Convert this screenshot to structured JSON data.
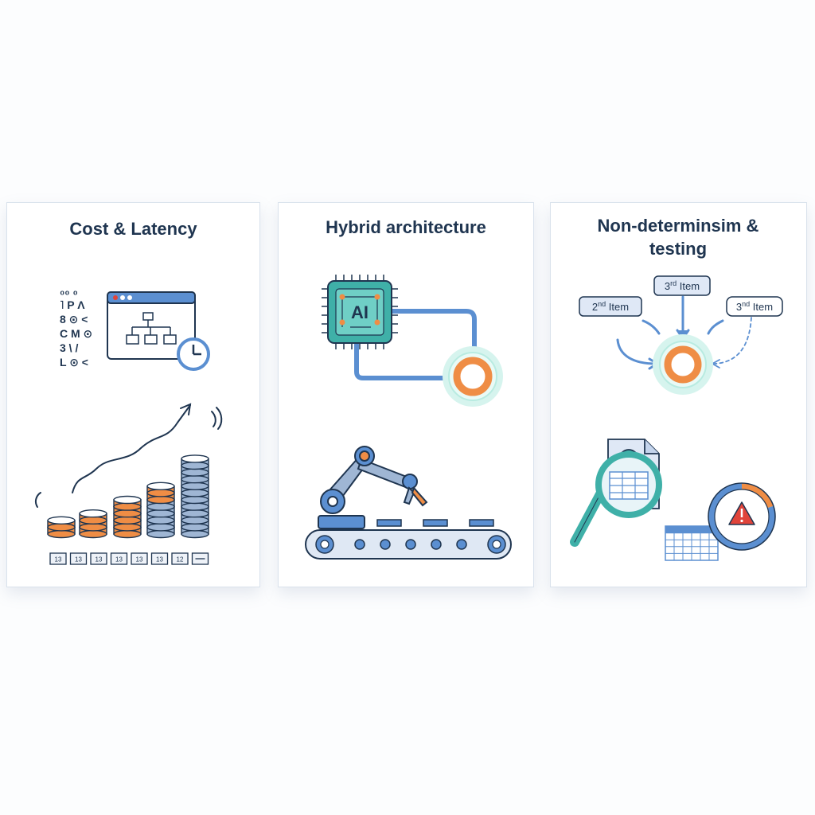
{
  "panels": [
    {
      "title": "Cost & Latency",
      "glyph_rows": [
        "₀₀ ₀",
        "˥ P Ʌ",
        "8 ⊙ <",
        "C M ⊙",
        "3 \\ /",
        "L ⊙ <"
      ],
      "token_labels": [
        "13",
        "13",
        "13",
        "13",
        "13",
        "13",
        "12",
        ""
      ],
      "icons": [
        "glyph-grid-icon",
        "browser-window-icon",
        "flowchart-icon",
        "clock-icon",
        "trend-arrow-icon",
        "coin-stack-icon"
      ]
    },
    {
      "title": "Hybrid architecture",
      "chip_label": "AI",
      "icons": [
        "cpu-chip-icon",
        "connector-line-icon",
        "orange-node-icon",
        "robot-arm-icon",
        "conveyor-belt-icon"
      ]
    },
    {
      "title": "Non-determinsim & testing",
      "items": [
        {
          "ordinal": "2",
          "suffix": "nd",
          "text": " Item"
        },
        {
          "ordinal": "3",
          "suffix": "rd",
          "text": " Item"
        },
        {
          "ordinal": "3",
          "suffix": "nd",
          "text": " Item"
        }
      ],
      "icons": [
        "document-check-icon",
        "magnifier-icon",
        "table-icon",
        "warning-gauge-icon",
        "orange-node-icon"
      ]
    }
  ],
  "colors": {
    "navy": "#1f3550",
    "blue": "#5b8fd1",
    "orange": "#ef8d45",
    "teal": "#3fb0a8",
    "steel": "#9fb6d4",
    "red": "#e0443a",
    "mint": "#d6f4ee"
  }
}
